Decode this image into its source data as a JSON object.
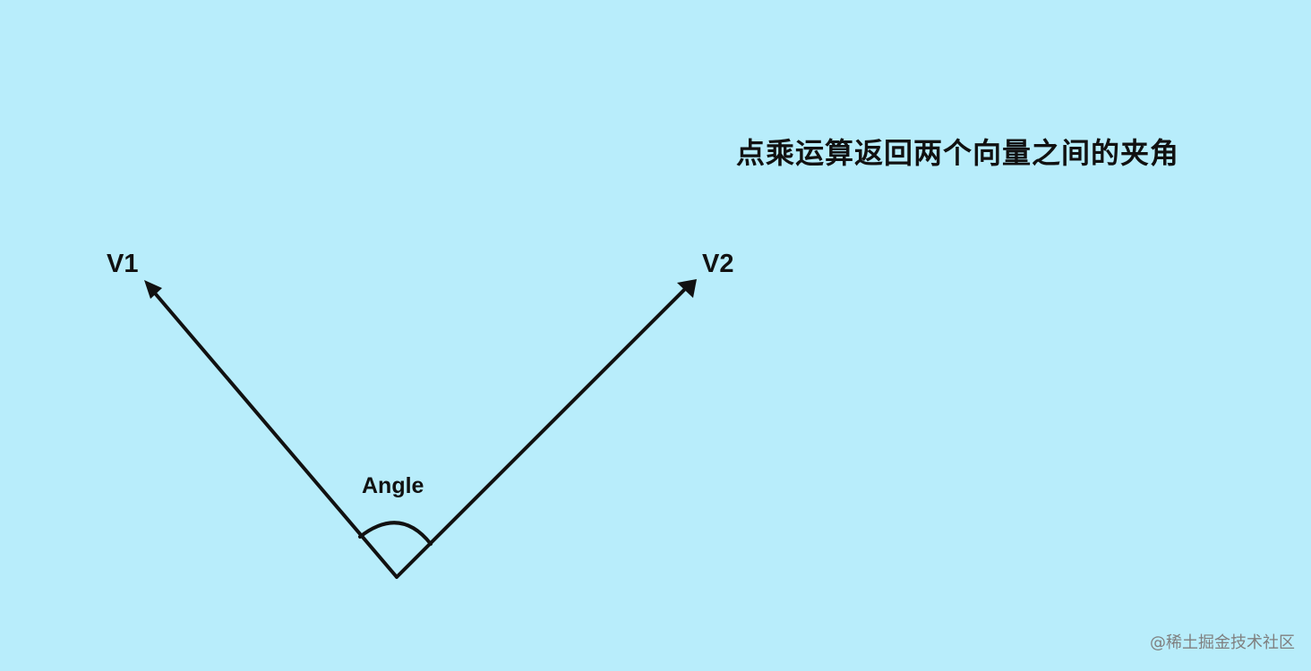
{
  "title": "点乘运算返回两个向量之间的夹角",
  "labels": {
    "v1": "V1",
    "v2": "V2",
    "angle": "Angle"
  },
  "watermark": "@稀土掘金技术社区",
  "colors": {
    "background": "#b8edfb",
    "stroke": "#111111",
    "text": "#111111",
    "watermark": "#7f7f7f"
  }
}
